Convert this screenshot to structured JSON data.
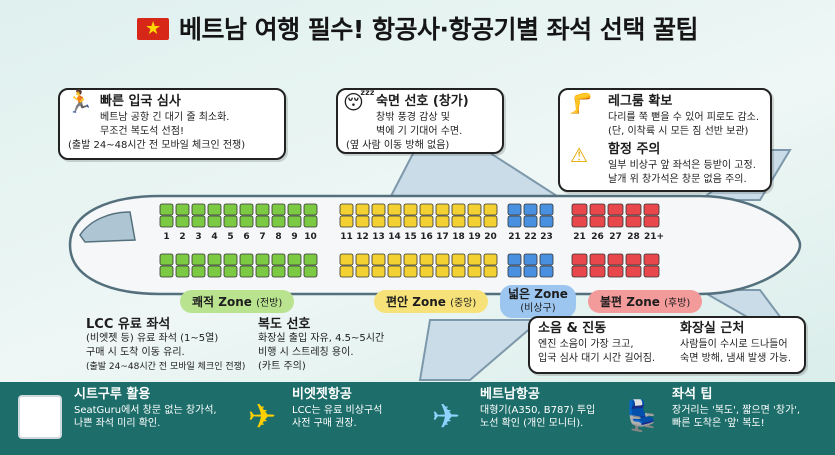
{
  "title": "베트남 여행 필수! 항공사·항공기별 좌석 선택 꿀팁",
  "callouts": {
    "fast_exit": {
      "title": "빠른 입국 심사",
      "lines": [
        "베트남 공항 긴 대기 줄 최소화.",
        "무조건 복도석 선점!",
        "(출발 24~48시간 전 모바일 체크인 전쟁)"
      ]
    },
    "sleep": {
      "title": "숙면 선호 (창가)",
      "lines": [
        "창밖 풍경 감상 및",
        "벽에 기 기대어 수면.",
        "(옆 사람 이동 방해 없음)"
      ]
    },
    "legroom": {
      "title": "레그룸 확보",
      "lines": [
        "다리를 쭉 뻗을 수 있어 피로도 감소.",
        "(단, 이착륙 시 모든 짐 선반 보관)"
      ]
    },
    "caution": {
      "title": "함정 주의",
      "lines": [
        "일부 비상구 앞 좌석은 등받이 고정.",
        "날개 위 창가석은 창문 없음 주의."
      ]
    }
  },
  "seat_numbers": {
    "green": [
      "1",
      "2",
      "3",
      "4",
      "5",
      "6",
      "7",
      "8",
      "9",
      "10"
    ],
    "yellow": [
      "11",
      "12",
      "13",
      "14",
      "15",
      "16",
      "17",
      "18",
      "19",
      "20"
    ],
    "blue": [
      "21",
      "22",
      "23"
    ],
    "red": [
      "21",
      "26",
      "27",
      "28",
      "21+"
    ]
  },
  "zones": {
    "comfort": {
      "label": "쾌적 Zone",
      "sub": "(전방)"
    },
    "relax": {
      "label": "편안 Zone",
      "sub": "(중앙)"
    },
    "wide": {
      "label": "넓은 Zone",
      "sub": "(비상구)"
    },
    "discomfort": {
      "label": "불편 Zone",
      "sub": "(후방)"
    }
  },
  "notes": {
    "lcc": {
      "title": "LCC 유료 좌석",
      "lines": [
        "(비엣젯 등) 유료 좌석 (1~5열)",
        "구매 시 도착 이동 유리.",
        "(출발 24~48시간 전 모바일 체크인 전쟁)"
      ]
    },
    "aisle": {
      "title": "복도 선호",
      "lines": [
        "화장실 출입 자유, 4.5~5시간",
        "비행 시 스트레칭 용이.",
        "(카트 주의)"
      ]
    },
    "noise": {
      "title": "소음 & 진동",
      "lines": [
        "엔진 소음이 가장 크고,",
        "입국 심사 대기 시간 길어짐."
      ]
    },
    "toilet": {
      "title": "화장실 근처",
      "lines": [
        "사람들이 수시로 드나들어",
        "숙면 방해, 냄새 발생 가능."
      ]
    }
  },
  "bottom": [
    {
      "title": "시트구루 활용",
      "lines": [
        "SeatGuru에서 창문 없는 창가석,",
        "나쁜 좌석 미리 확인."
      ]
    },
    {
      "title": "비엣젯항공",
      "lines": [
        "LCC는 유료 비상구석",
        "사전 구매 권장."
      ]
    },
    {
      "title": "베트남항공",
      "lines": [
        "대형기(A350, B787) 투입",
        "노선 확인 (개인 모니터)."
      ]
    },
    {
      "title": "좌석 팁",
      "lines": [
        "장거리는 '복도', 짧으면 '창가',",
        "빠른 도착은 '앞' 복도!"
      ]
    }
  ],
  "colors": {
    "green": "#7cc943",
    "yellow": "#f3d132",
    "blue": "#4a90e0",
    "red": "#e8484c",
    "teal": "#1d6e6a"
  }
}
